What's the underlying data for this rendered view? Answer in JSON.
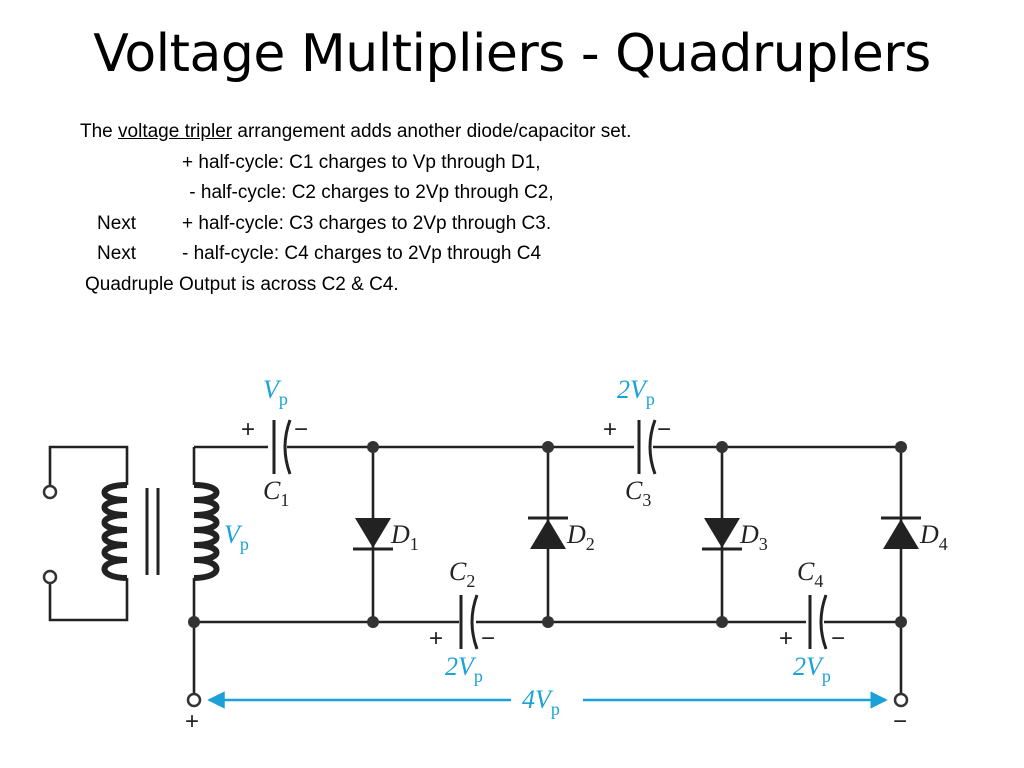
{
  "title": "Voltage Multipliers - Quadruplers",
  "body": {
    "line1_prefix": "The ",
    "line1_link": "voltage tripler",
    "line1_suffix": " arrangement adds another diode/capacitor set.",
    "line2": "+ half-cycle: C1 charges to Vp through D1,",
    "line3": " - half-cycle: C2 charges to 2Vp through C2,",
    "line4_label": "Next",
    "line4": "+ half-cycle: C3 charges to 2Vp through C3.",
    "line5_label": "Next",
    "line5": "- half-cycle: C4 charges to 2Vp through C4",
    "line6": "Quadruple Output is across C2 & C4."
  },
  "circuit": {
    "colors": {
      "wire": "#222222",
      "label": "#222222",
      "highlight": "#1aa2d8"
    },
    "transformer_voltage": {
      "main": "V",
      "sub": "p"
    },
    "C1": {
      "main": "C",
      "sub": "1",
      "voltage_main": "V",
      "voltage_sub": "p"
    },
    "C2": {
      "main": "C",
      "sub": "2",
      "voltage_main": "2V",
      "voltage_sub": "p"
    },
    "C3": {
      "main": "C",
      "sub": "3",
      "voltage_main": "2V",
      "voltage_sub": "p"
    },
    "C4": {
      "main": "C",
      "sub": "4",
      "voltage_main": "2V",
      "voltage_sub": "p"
    },
    "D1": {
      "main": "D",
      "sub": "1"
    },
    "D2": {
      "main": "D",
      "sub": "2"
    },
    "D3": {
      "main": "D",
      "sub": "3"
    },
    "D4": {
      "main": "D",
      "sub": "4"
    },
    "output": {
      "main": "4V",
      "sub": "p",
      "plus": "+",
      "minus": "−"
    },
    "polarity": {
      "plus": "+",
      "minus": "−"
    }
  }
}
